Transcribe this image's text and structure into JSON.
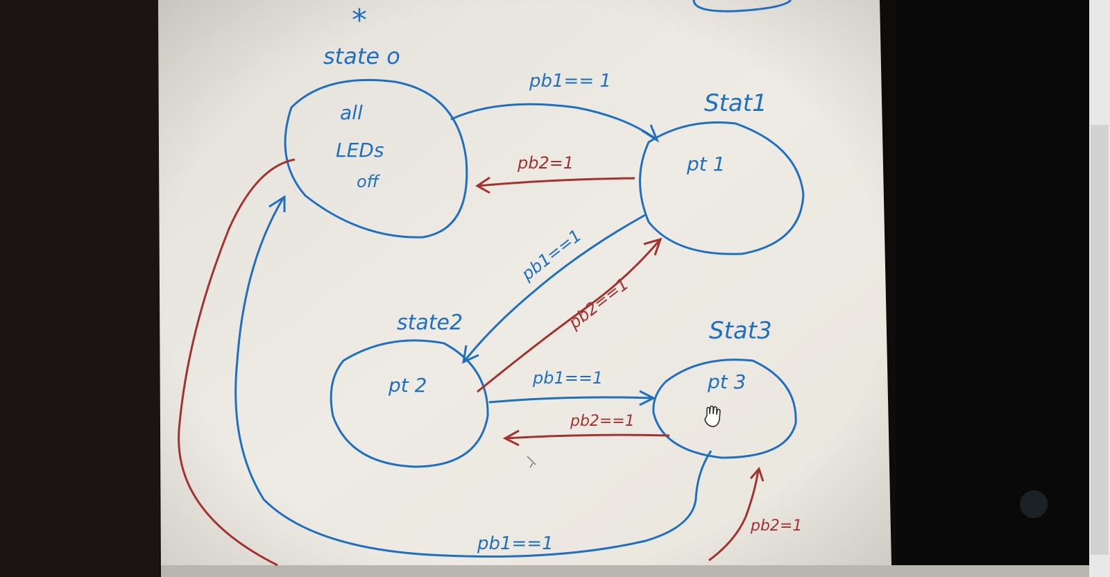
{
  "diagram": {
    "start_mark": "*",
    "colors": {
      "blue": "#1f6fc0",
      "red": "#a3322e",
      "paper": "#ebe8e0"
    },
    "states": [
      {
        "id": "s0",
        "name": "state o",
        "content": [
          "all",
          "LEDs",
          "off"
        ]
      },
      {
        "id": "s1",
        "name": "Stat1",
        "content": [
          "pt 1"
        ]
      },
      {
        "id": "s2",
        "name": "state2",
        "content": [
          "pt 2"
        ]
      },
      {
        "id": "s3",
        "name": "Stat3",
        "content": [
          "pt 3"
        ]
      }
    ],
    "transitions": [
      {
        "from": "s0",
        "to": "s1",
        "label": "pb1== 1",
        "color": "blue"
      },
      {
        "from": "s1",
        "to": "s0",
        "label": "pb2=1",
        "color": "red"
      },
      {
        "from": "s1",
        "to": "s2",
        "label": "pb1==1",
        "color": "blue"
      },
      {
        "from": "s2",
        "to": "s1",
        "label": "pb2==1",
        "color": "red"
      },
      {
        "from": "s2",
        "to": "s3",
        "label": "pb1==1",
        "color": "blue"
      },
      {
        "from": "s3",
        "to": "s2",
        "label": "pb2==1",
        "color": "red"
      },
      {
        "from": "s3",
        "to": "s0",
        "label": "pb1==1",
        "color": "blue"
      },
      {
        "from": "s0",
        "to": "s3",
        "label": "pb2=1",
        "color": "red"
      }
    ]
  }
}
